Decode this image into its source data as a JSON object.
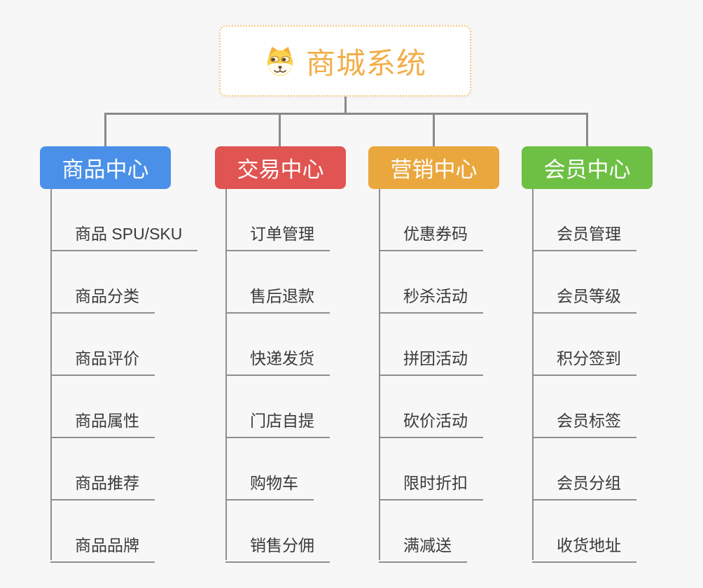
{
  "root": {
    "title": "商城系统",
    "icon": "doge-icon",
    "text_color": "#f2ae49",
    "border_color": "#f5c87c"
  },
  "connector_color": "#8a8a8a",
  "background_color": "#f7f7f7",
  "branches": [
    {
      "id": "product-center",
      "label": "商品中心",
      "color": "#4a90e8",
      "children": [
        "商品 SPU/SKU",
        "商品分类",
        "商品评价",
        "商品属性",
        "商品推荐",
        "商品品牌"
      ]
    },
    {
      "id": "trade-center",
      "label": "交易中心",
      "color": "#e05452",
      "children": [
        "订单管理",
        "售后退款",
        "快递发货",
        "门店自提",
        "购物车",
        "销售分佣"
      ]
    },
    {
      "id": "marketing-center",
      "label": "营销中心",
      "color": "#eaa73d",
      "children": [
        "优惠券码",
        "秒杀活动",
        "拼团活动",
        "砍价活动",
        "限时折扣",
        "满减送"
      ]
    },
    {
      "id": "member-center",
      "label": "会员中心",
      "color": "#6dc044",
      "children": [
        "会员管理",
        "会员等级",
        "积分签到",
        "会员标签",
        "会员分组",
        "收货地址"
      ]
    }
  ]
}
